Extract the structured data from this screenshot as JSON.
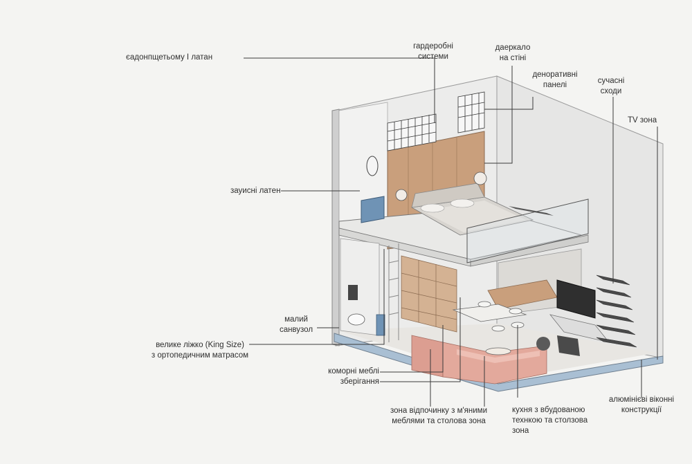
{
  "labels": {
    "top_left": "єадонпщетьому І латан",
    "wardrobe_line1": "гардеробні",
    "wardrobe_line2": "системи",
    "mirror_line1": "даеркало",
    "mirror_line2": "на стіні",
    "decor_line1": "деноративні",
    "decor_line2": "панелі",
    "stairs_line1": "сучасні",
    "stairs_line2": "сходи",
    "tv_zone": "TV зона",
    "mid_left": "зауиснi латeн",
    "small_bath_line1": "малий",
    "small_bath_line2": "санвузол",
    "bed_line1": "велике ліжко (King Size)",
    "bed_line2": "з ортопедичним матрасом",
    "storage_line1": "коморні меблі",
    "storage_line2": "зберігання",
    "lounge_line1": "зона відпочинку з м'яними",
    "lounge_line2": "меблями та столова зона",
    "kitchen_line1": "кухня з вбудованою",
    "kitchen_line2": "технкою та столзова",
    "kitchen_line3": "зона",
    "windows_line1": "алюмінієві віконні",
    "windows_line2": "конструкції"
  },
  "colors": {
    "background": "#f4f4f2",
    "wall": "#dfdfde",
    "wood": "#c99f7c",
    "sofa": "#e3a99c",
    "cabinet_blue": "#6f93b5",
    "stair_dark": "#4a4a4a",
    "leader": "#3a3a3a"
  }
}
